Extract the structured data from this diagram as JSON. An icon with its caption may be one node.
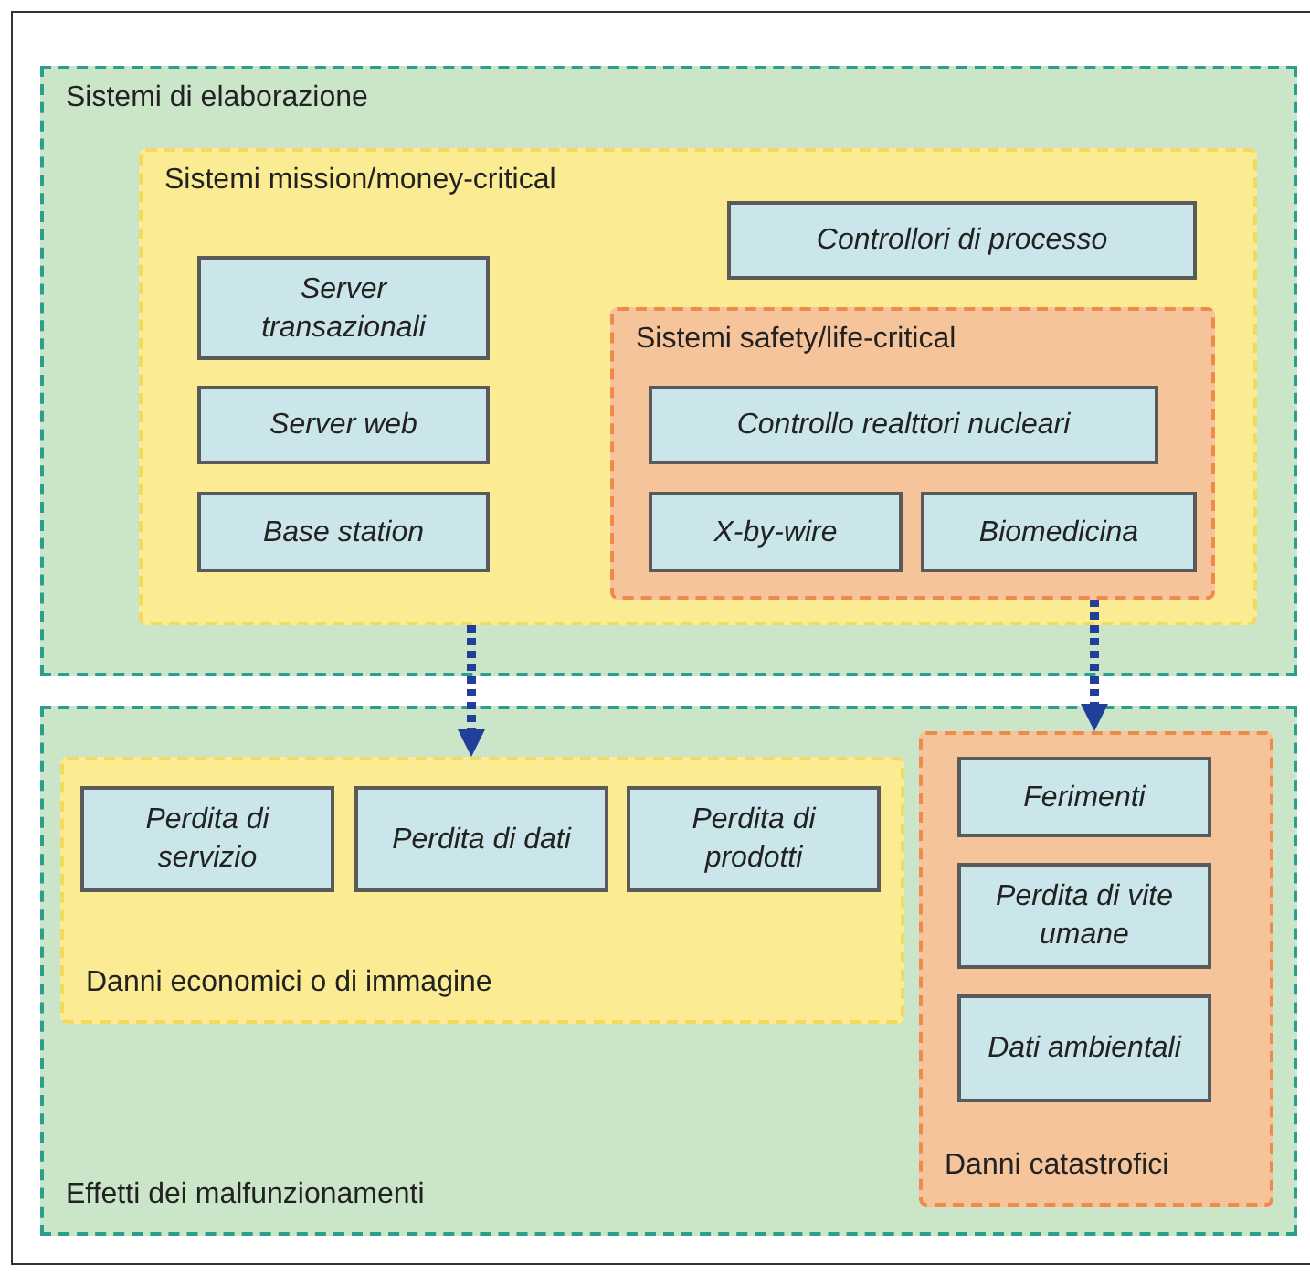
{
  "diagram": {
    "nodes": [
      {
        "text": [
          "Sistemi di elaborazione"
        ]
      },
      {
        "text": [
          "Sistemi mission/money-critical"
        ],
        "in": 0
      },
      {
        "text": [
          "Server transazionali"
        ],
        "in": 1
      },
      {
        "text": [
          "Server web"
        ],
        "in": 1
      },
      {
        "text": [
          "Base station"
        ],
        "in": 1
      },
      {
        "text": [
          "Controllori di processo"
        ],
        "in": 1
      },
      {
        "text": [
          "Sistemi safety/life-critical"
        ],
        "in": 1
      },
      {
        "text": [
          "Controllo realttori nucleari"
        ],
        "in": 6
      },
      {
        "text": [
          "X-by-wire"
        ],
        "in": 6
      },
      {
        "text": [
          "Biomedicina"
        ],
        "in": 6
      },
      {
        "text": [
          "Effetti dei malfunzionamenti"
        ]
      },
      {
        "text": [
          "Danni economici o di immagine"
        ],
        "in": 10
      },
      {
        "text": [
          "Perdita di servizio"
        ],
        "in": 11
      },
      {
        "text": [
          "Perdita di dati"
        ],
        "in": 11
      },
      {
        "text": [
          "Perdita di prodotti"
        ],
        "in": 11
      },
      {
        "text": [
          "Danni catastrofici"
        ],
        "in": 10
      },
      {
        "text": [
          "Ferimenti"
        ],
        "in": 15
      },
      {
        "text": [
          "Perdita di vite umane"
        ],
        "in": 15
      },
      {
        "text": [
          "Dati ambientali"
        ],
        "in": 15
      }
    ],
    "edges": [
      {
        "from": 1,
        "to": 11,
        "arrow": "to",
        "style": "dashed"
      },
      {
        "from": 6,
        "to": 15,
        "arrow": "to",
        "style": "dashed"
      }
    ]
  }
}
